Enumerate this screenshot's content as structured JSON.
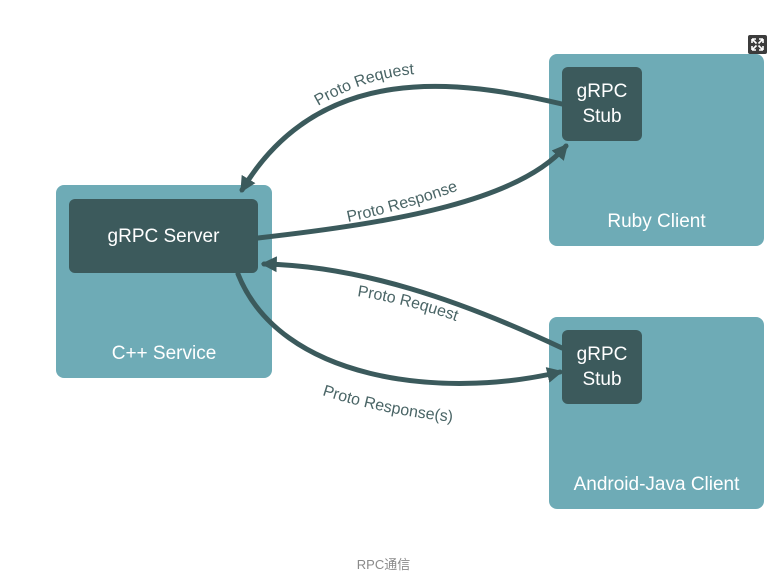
{
  "colors": {
    "teal": "#6eabb6",
    "dark": "#3c5a5c",
    "arrow": "#3b5a5c",
    "edge_label": "#4a6566"
  },
  "nodes": {
    "service": {
      "inner_label": "gRPC Server",
      "label": "C++ Service"
    },
    "ruby": {
      "inner_line1": "gRPC",
      "inner_line2": "Stub",
      "label": "Ruby Client"
    },
    "android": {
      "inner_line1": "gRPC",
      "inner_line2": "Stub",
      "label": "Android-Java Client"
    }
  },
  "edges": {
    "ruby_request": "Proto Request",
    "ruby_response": "Proto Response",
    "android_request": "Proto Request",
    "android_response": "Proto Response(s)"
  },
  "icons": {
    "expand": "expand-icon"
  },
  "caption": "RPC通信"
}
